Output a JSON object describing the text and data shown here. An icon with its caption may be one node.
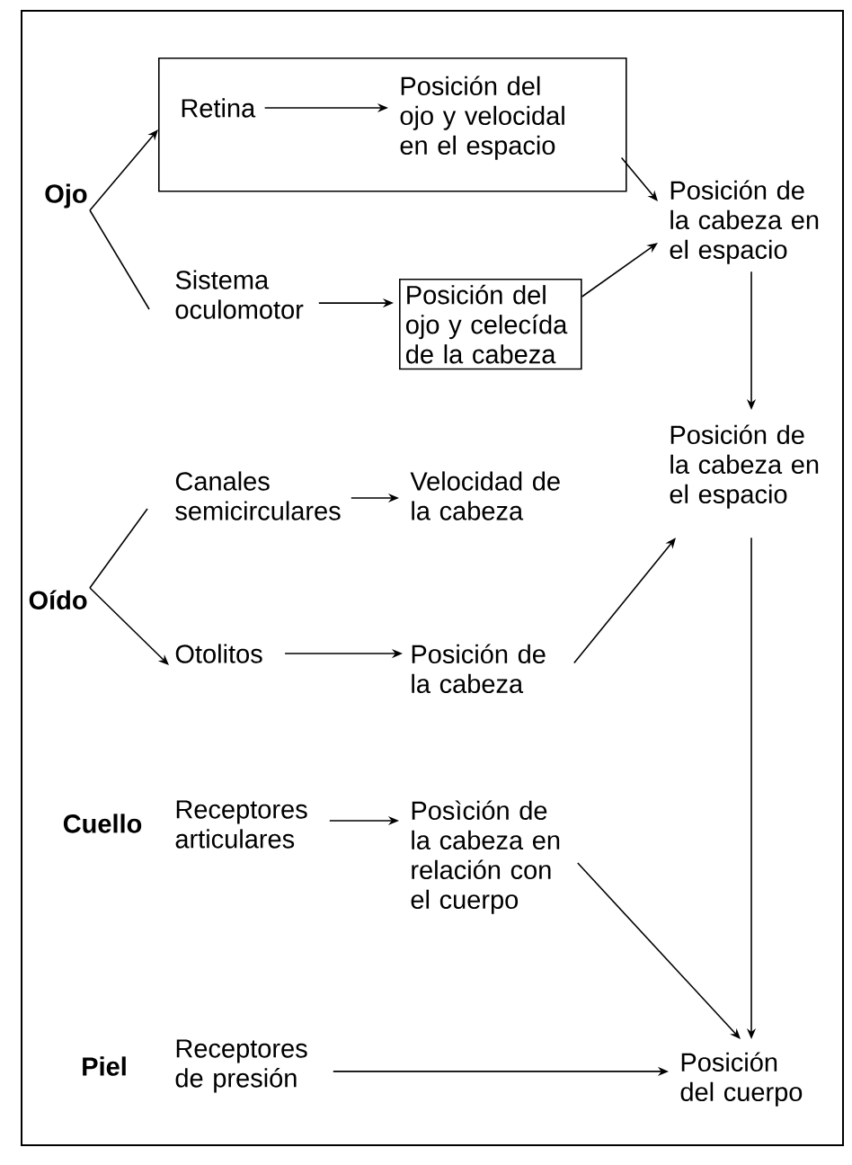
{
  "diagram": {
    "nodes": [
      {
        "text": [
          "Ojo"
        ]
      },
      {
        "text": [],
        "shape": "box"
      },
      {
        "text": [
          "Retina"
        ],
        "in": 1
      },
      {
        "text": [
          "Posición del ojo y velocidal en el espacio"
        ],
        "in": 1
      },
      {
        "text": [
          "Sistema oculomotor"
        ]
      },
      {
        "text": [
          "Posición del ojo y celecída de la cabeza"
        ]
      },
      {
        "text": [
          "Posición de la cabeza en el espacio"
        ]
      },
      {
        "text": [
          "Posición de la cabeza en el espacio"
        ]
      },
      {
        "text": [
          "Oído"
        ]
      },
      {
        "text": [
          "Canales semicirculares"
        ]
      },
      {
        "text": [
          "Velocidad de la cabeza"
        ]
      },
      {
        "text": [
          "Otolitos"
        ]
      },
      {
        "text": [
          "Posición de la cabeza"
        ]
      },
      {
        "text": [
          "Cuello"
        ]
      },
      {
        "text": [
          "Receptores articulares"
        ]
      },
      {
        "text": [
          "Posìción de la cabeza en relación con el cuerpo"
        ]
      },
      {
        "text": [
          "Piel"
        ]
      },
      {
        "text": [
          "Receptores de presión"
        ]
      },
      {
        "text": [
          "Posición del cuerpo"
        ]
      }
    ],
    "edges": [
      {
        "from": 0,
        "to": 1,
        "arrow": "to"
      },
      {
        "from": 0,
        "to": 4,
        "arrow": "none"
      },
      {
        "from": 2,
        "to": 3,
        "arrow": "to"
      },
      {
        "from": 1,
        "to": 6,
        "arrow": "to"
      },
      {
        "from": 4,
        "to": 5,
        "arrow": "to"
      },
      {
        "from": 5,
        "to": 6,
        "arrow": "to"
      },
      {
        "from": 6,
        "to": 7,
        "arrow": "to"
      },
      {
        "from": 8,
        "to": 9,
        "arrow": "none"
      },
      {
        "from": 8,
        "to": 11,
        "arrow": "to"
      },
      {
        "from": 9,
        "to": 10,
        "arrow": "to"
      },
      {
        "from": 11,
        "to": 12,
        "arrow": "to"
      },
      {
        "from": 12,
        "to": 7,
        "arrow": "to"
      },
      {
        "from": 7,
        "to": 18,
        "arrow": "to"
      },
      {
        "from": 14,
        "to": 15,
        "arrow": "to"
      },
      {
        "from": 15,
        "to": 18,
        "arrow": "to"
      },
      {
        "from": 17,
        "to": 18,
        "arrow": "to"
      }
    ]
  }
}
